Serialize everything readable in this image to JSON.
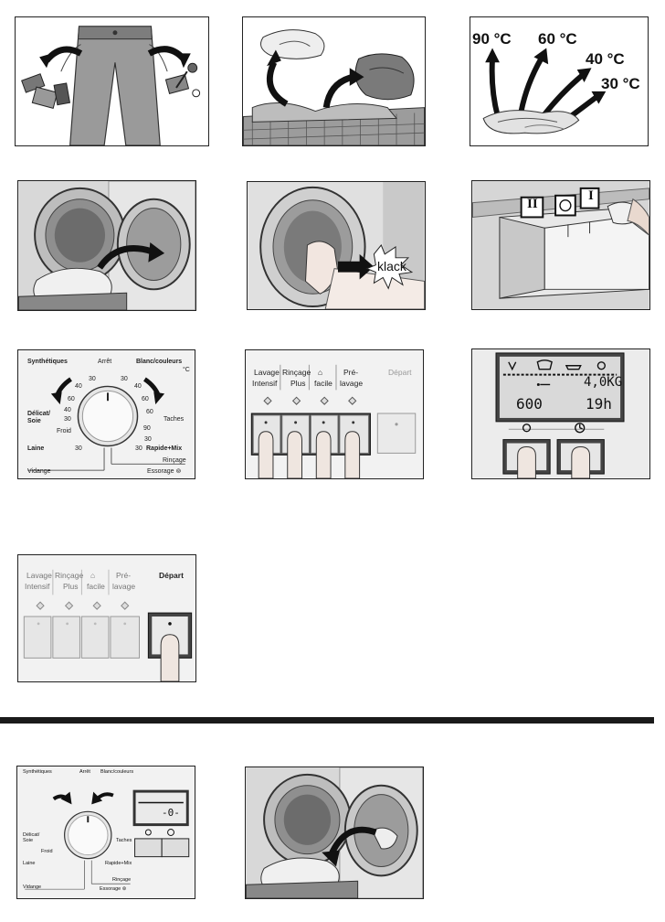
{
  "temperatures": {
    "t90": "90 °C",
    "t60": "60 °C",
    "t40": "40 °C",
    "t30": "30 °C"
  },
  "door_sound": "klack",
  "dial": {
    "synthetiques": "Synthétiques",
    "arret": "Arrêt",
    "blanc": "Blanc/couleurs",
    "degc": "°C",
    "delicat": "Délicat/",
    "soie": "Soie",
    "froid": "Froid",
    "laine": "Laine",
    "taches": "Taches",
    "rapide": "Rapide+Mix",
    "rincage": "Rinçage",
    "vidange": "Vidange",
    "essorage": "Essorage ⊚",
    "n30a": "30",
    "n40a": "40",
    "n60a": "60",
    "n30b": "30",
    "n40b": "40",
    "n60b": "60",
    "n90": "90",
    "n30c": "30",
    "n40c": "40",
    "n60c": "60",
    "n30d": "30",
    "n30e": "30",
    "n30f": "30"
  },
  "option_buttons": {
    "lavage1": "Lavage",
    "lavage2": "Intensif",
    "rincage1": "Rinçage",
    "rincage2": "Plus",
    "repassage": "facile",
    "pre1": "Pré-",
    "pre2": "lavage",
    "depart": "Départ"
  },
  "display": {
    "weight": "4,0KG",
    "spin": "600",
    "time": "19h"
  },
  "small_display": "-0-",
  "dispenser": {
    "compartment_2": "II",
    "compartment_1": "I"
  }
}
